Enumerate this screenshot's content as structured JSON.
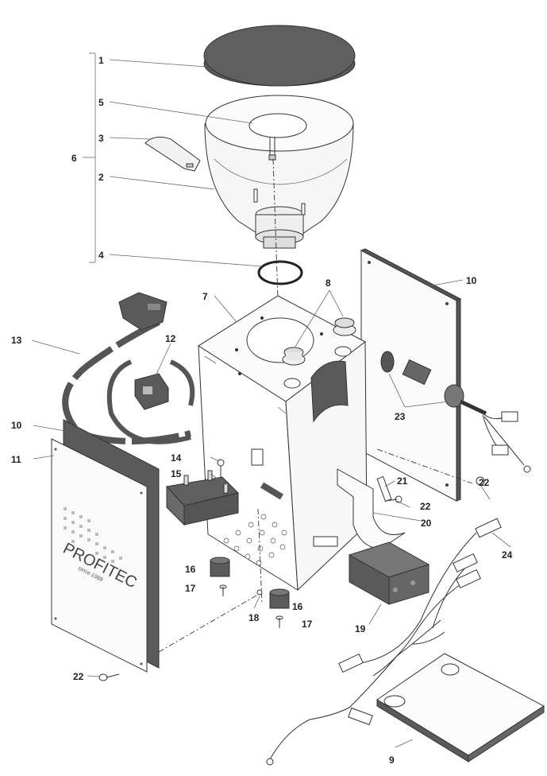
{
  "diagram": {
    "callouts": {
      "lid": "1",
      "hopper": "2",
      "slide": "3",
      "o_ring": "4",
      "disc": "5",
      "hopper_assembly": "6",
      "housing": "7",
      "knob": "8",
      "base_plate": "9",
      "side_panel_right": "10",
      "side_panel_left": "10",
      "front_panel": "11",
      "switch": "12",
      "power_cable": "13",
      "screw_14": "14",
      "relay": "15",
      "foot_left": "16",
      "foot_right": "16",
      "screw_17_left": "17",
      "screw_17_right": "17",
      "washer": "18",
      "timer_display": "19",
      "bracket": "20",
      "bolt_21": "21",
      "screw_22_front": "22",
      "screw_22_mid": "22",
      "screw_22_right": "22",
      "cable_glands": "23",
      "wiring_harness": "24"
    },
    "logo": {
      "brand": "PROFITEC",
      "tagline": "since 1988"
    },
    "colors": {
      "line": "#333333",
      "dark_fill": "#5a5a5a",
      "light_fill": "#f4f4f4",
      "panel_fill": "#fafafa"
    }
  }
}
